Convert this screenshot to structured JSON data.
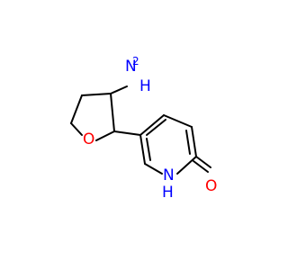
{
  "molecule": {
    "colors": {
      "bond": "#000000",
      "nitrogen": "#0000ff",
      "oxygen": "#ff0000"
    },
    "labels": {
      "amine_n": "N",
      "amine_h": "H",
      "amine_h_count": "2",
      "ring_o": "O",
      "pyridone_nh_n": "N",
      "pyridone_nh_h": "H",
      "carbonyl_o": "O"
    }
  }
}
